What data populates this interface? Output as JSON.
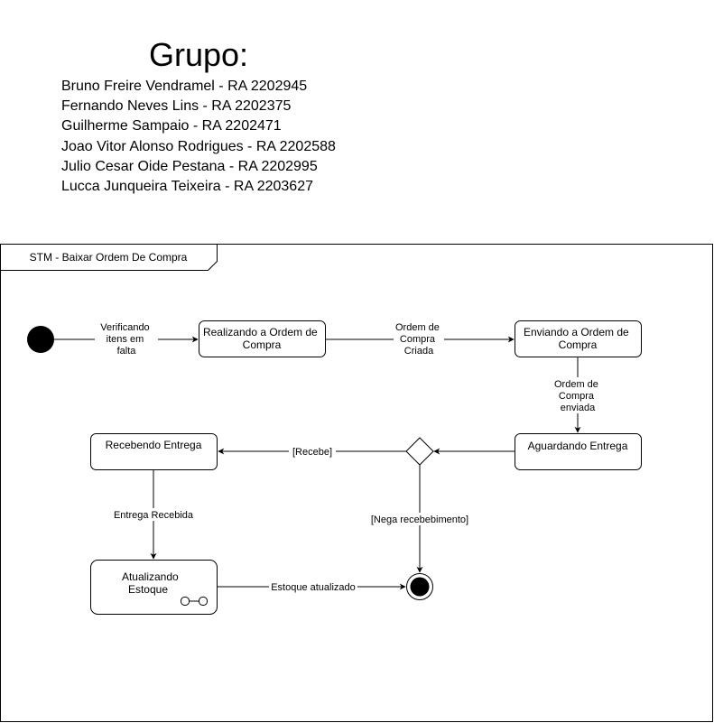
{
  "header": {
    "title": "Grupo:",
    "members": [
      "Bruno Freire Vendramel - RA 2202945",
      "Fernando Neves Lins - RA 2202375",
      "Guilherme Sampaio - RA 2202471",
      "Joao Vitor Alonso Rodrigues - RA 2202588",
      "Julio Cesar Oide Pestana - RA 2202995",
      "Lucca Junqueira Teixeira - RA 2203627"
    ]
  },
  "frame": {
    "title": "STM - Baixar Ordem De Compra"
  },
  "states": {
    "realizando": [
      "Realizando a Ordem de",
      "Compra"
    ],
    "enviando": [
      "Enviando a Ordem de",
      "Compra"
    ],
    "aguardando": [
      "Aguardando Entrega"
    ],
    "recebendo": [
      "Recebendo Entrega"
    ],
    "atualizando": [
      "Atualizando",
      "Estoque"
    ]
  },
  "transitions": {
    "verificando": [
      "Verificando",
      "itens em",
      "falta"
    ],
    "ordem_criada": [
      "Ordem de",
      "Compra",
      "Criada"
    ],
    "ordem_enviada": [
      "Ordem de",
      "Compra",
      "enviada"
    ],
    "recebe": [
      "[Recebe]"
    ],
    "nega": [
      "[Nega recebebimento]"
    ],
    "entrega_recebida": [
      "Entrega Recebida"
    ],
    "estoque_atualizado": [
      "Estoque atualizado"
    ]
  }
}
